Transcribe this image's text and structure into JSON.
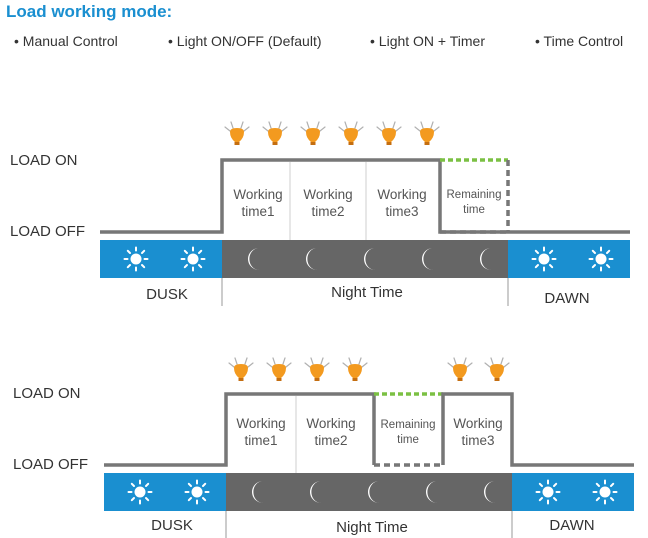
{
  "title": "Load working mode:",
  "modes": [
    "Manual Control",
    "Light ON/OFF (Default)",
    "Light ON + Timer",
    "Time Control"
  ],
  "bullet": "•",
  "colors": {
    "title": "#1a8fd0",
    "day": "#1a8fd0",
    "night": "#666666",
    "line": "#777777",
    "remaining": "#7bc043",
    "bulb": "#f39a1f"
  },
  "diagrams": [
    {
      "load_on": "LOAD ON",
      "load_off": "LOAD OFF",
      "segments": [
        {
          "line1": "Working",
          "line2": "time1"
        },
        {
          "line1": "Working",
          "line2": "time2"
        },
        {
          "line1": "Working",
          "line2": "time3"
        },
        {
          "line1": "Remaining",
          "line2": "time"
        }
      ],
      "dusk": "DUSK",
      "night": "Night Time",
      "dawn": "DAWN"
    },
    {
      "load_on": "LOAD ON",
      "load_off": "LOAD OFF",
      "segments": [
        {
          "line1": "Working",
          "line2": "time1"
        },
        {
          "line1": "Working",
          "line2": "time2"
        },
        {
          "line1": "Remaining",
          "line2": "time"
        },
        {
          "line1": "Working",
          "line2": "time3"
        }
      ],
      "dusk": "DUSK",
      "night": "Night Time",
      "dawn": "DAWN"
    }
  ]
}
